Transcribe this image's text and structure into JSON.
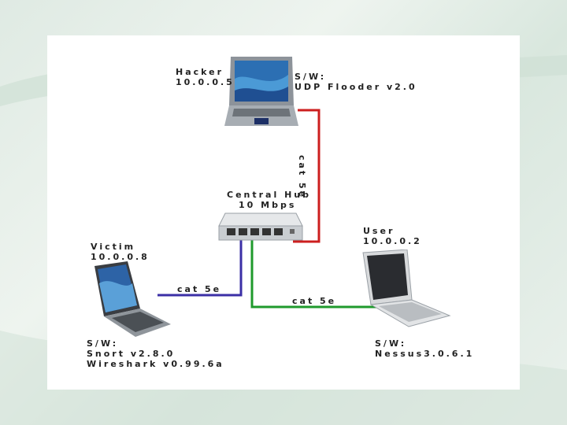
{
  "hacker": {
    "name": "Hacker",
    "ip": "10.0.0.5",
    "sw_title": "S/W:",
    "sw_line1": "UDP Flooder v2.0"
  },
  "hub": {
    "name": "Central Hub",
    "speed": "10 Mbps"
  },
  "victim": {
    "name": "Victim",
    "ip": "10.0.0.8",
    "sw_title": "S/W:",
    "sw_line1": "Snort v2.8.0",
    "sw_line2": "Wireshark v0.99.6a"
  },
  "user": {
    "name": "User",
    "ip": "10.0.0.2",
    "sw_title": "S/W:",
    "sw_line1": "Nessus3.0.6.1"
  },
  "cables": {
    "hacker_hub": "cat 5e",
    "victim_hub": "cat 5e",
    "user_hub": "cat 5e"
  },
  "colors": {
    "hacker_cable": "#cc1f1f",
    "victim_cable": "#3b2fa6",
    "user_cable": "#1f9a2c"
  }
}
